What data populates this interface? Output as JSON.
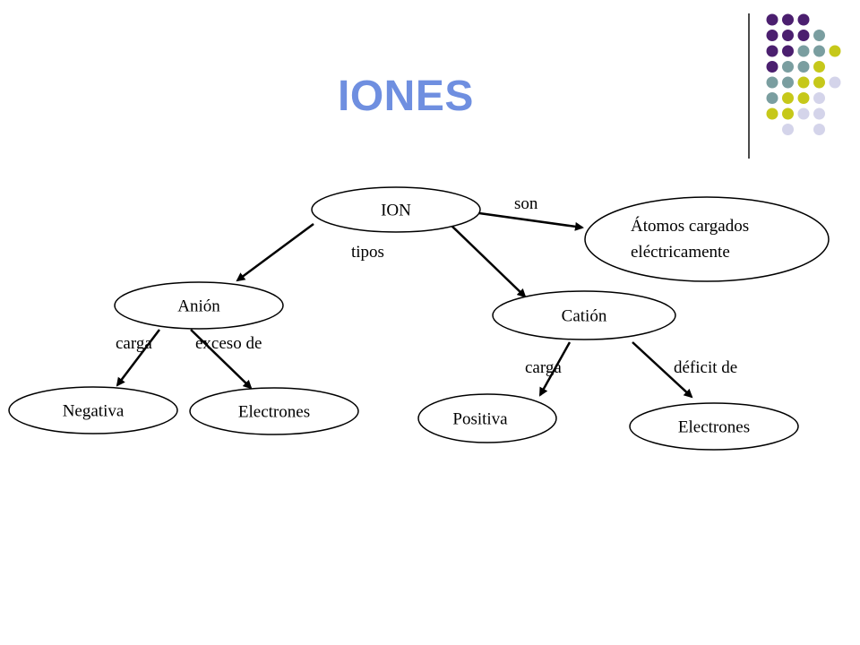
{
  "title": "IONES",
  "colors": {
    "title": "#6f8fe0",
    "dot_purple": "#4b1f6f",
    "dot_teal": "#7a9ea0",
    "dot_yellow": "#c6c81a",
    "dot_lavender": "#d4d4ea"
  },
  "decoration": {
    "dot_grid": [
      [
        "purple",
        "purple",
        "purple",
        "",
        "",
        ""
      ],
      [
        "purple",
        "purple",
        "purple",
        "teal",
        "",
        ""
      ],
      [
        "purple",
        "purple",
        "teal",
        "teal",
        "yellow",
        ""
      ],
      [
        "purple",
        "teal",
        "teal",
        "yellow",
        "",
        ""
      ],
      [
        "teal",
        "teal",
        "yellow",
        "yellow",
        "lavender",
        ""
      ],
      [
        "teal",
        "yellow",
        "yellow",
        "lavender",
        "",
        ""
      ],
      [
        "yellow",
        "yellow",
        "lavender",
        "lavender",
        "",
        ""
      ],
      [
        "",
        "lavender",
        "",
        "lavender",
        "",
        ""
      ]
    ]
  },
  "diagram": {
    "nodes": {
      "ion": "ION",
      "atomos_line1": "Átomos cargados",
      "atomos_line2": "eléctricamente",
      "anion": "Anión",
      "cation": "Catión",
      "negativa": "Negativa",
      "electrones_anion": "Electrones",
      "positiva": "Positiva",
      "electrones_cation": "Electrones"
    },
    "edge_labels": {
      "son": "son",
      "tipos": "tipos",
      "carga_anion": "carga",
      "exceso": "exceso de",
      "carga_cation": "carga",
      "deficit": "déficit de"
    }
  }
}
